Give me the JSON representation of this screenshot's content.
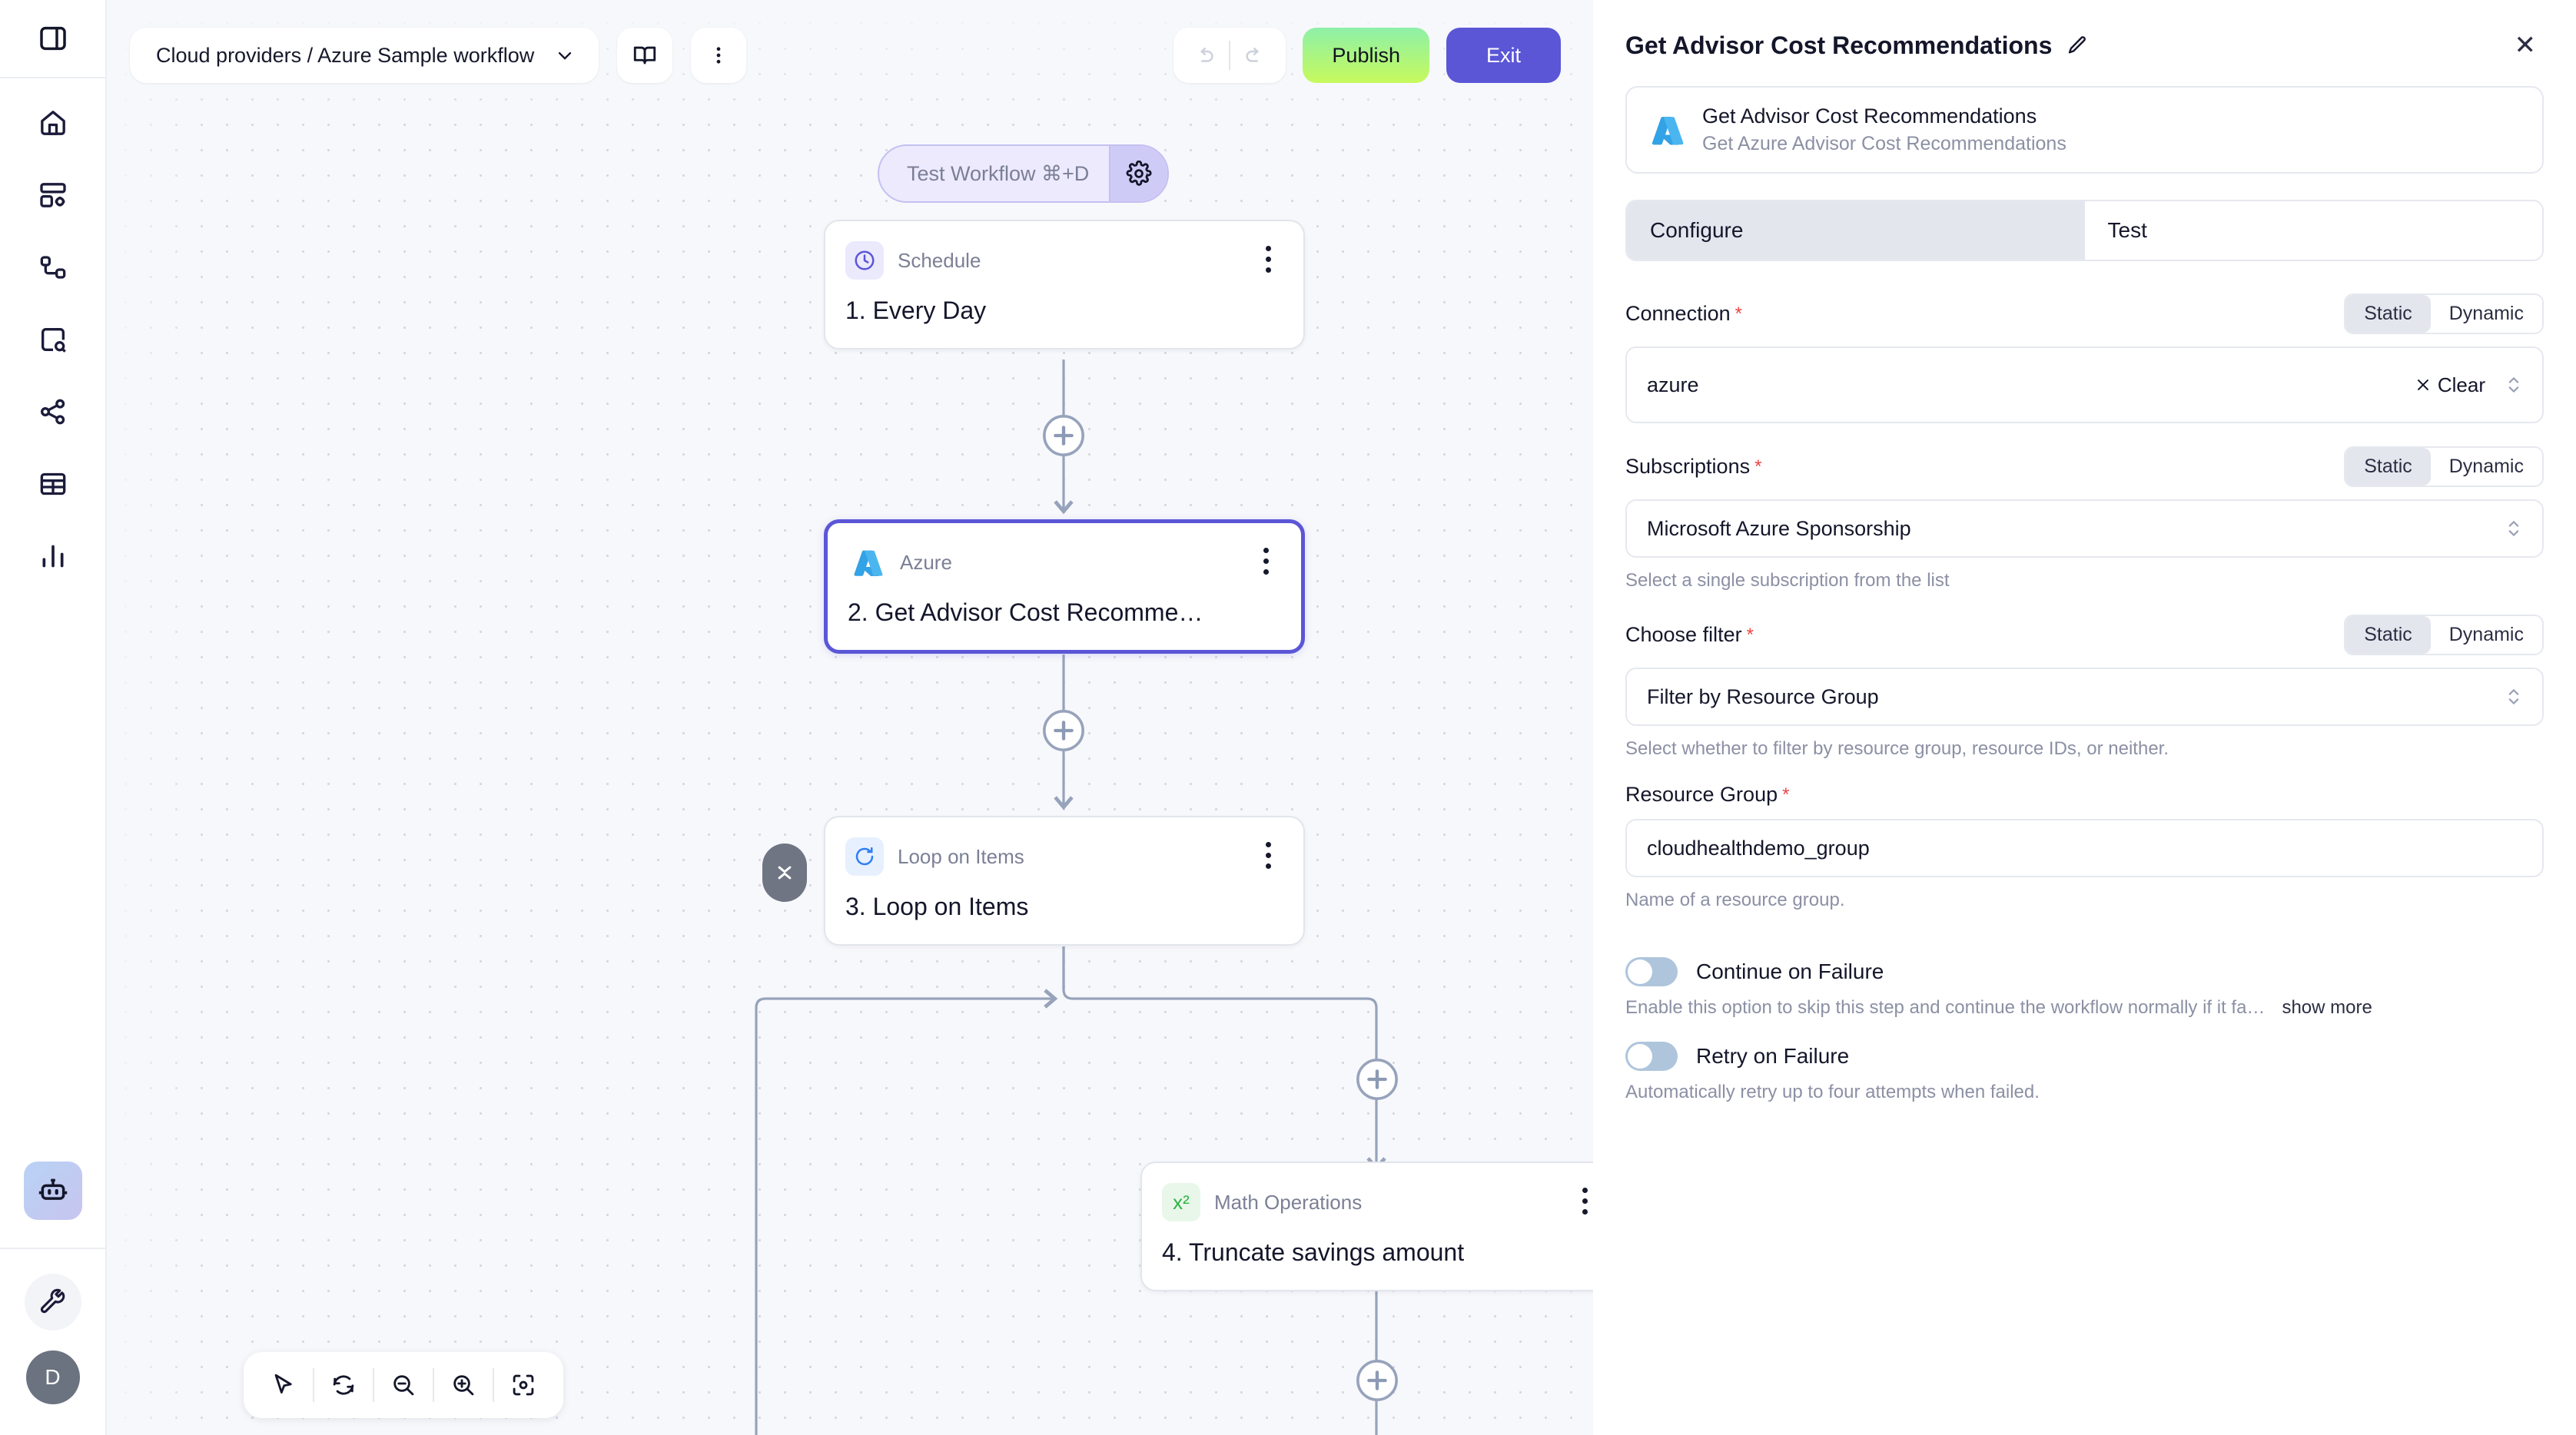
{
  "rail": {
    "toggle_sidebar_icon": "panel-toggle-icon",
    "items": [
      {
        "icon": "home-icon",
        "name": "home"
      },
      {
        "icon": "dashboard-settings-icon",
        "name": "dashboards"
      },
      {
        "icon": "workflow-nodes-icon",
        "name": "workflows"
      },
      {
        "icon": "search-box-icon",
        "name": "explore"
      },
      {
        "icon": "share-nodes-icon",
        "name": "integrations"
      },
      {
        "icon": "table-icon",
        "name": "tables"
      },
      {
        "icon": "bar-chart-icon",
        "name": "analytics"
      }
    ],
    "robot_icon": "robot-icon",
    "wrench_icon": "wrench-icon",
    "avatar_initial": "D"
  },
  "toolbar": {
    "breadcrumb": "Cloud providers / Azure Sample workflow",
    "chevron_icon": "chevron-down-icon",
    "book_icon": "book-icon",
    "more_icon": "more-vertical-icon",
    "undo_icon": "undo-icon",
    "redo_icon": "redo-icon",
    "publish_label": "Publish",
    "exit_label": "Exit",
    "publish_color": "#c6fa5c",
    "exit_color": "#5b56d6"
  },
  "canvas": {
    "test_pill_label": "Test Workflow ⌘+D",
    "test_pill_gear_icon": "gear-icon",
    "add_icon": "plus-icon",
    "collapse_icon": "collapse-chevrons-icon",
    "nodes": [
      {
        "type": "Schedule",
        "title": "1. Every Day",
        "icon": "clock-icon",
        "selected": false
      },
      {
        "type": "Azure",
        "title": "2. Get Advisor Cost Recomme…",
        "icon": "azure-icon",
        "selected": true
      },
      {
        "type": "Loop on Items",
        "title": "3. Loop on Items",
        "icon": "loop-refresh-icon",
        "selected": false
      },
      {
        "type": "Math Operations",
        "title": "4. Truncate savings amount",
        "icon": "x-squared-icon",
        "selected": false
      }
    ],
    "controls": [
      {
        "icon": "cursor-icon",
        "name": "select-tool"
      },
      {
        "icon": "reset-layout-icon",
        "name": "reset-tool"
      },
      {
        "icon": "zoom-out-icon",
        "name": "zoom-out"
      },
      {
        "icon": "zoom-in-icon",
        "name": "zoom-in"
      },
      {
        "icon": "fit-view-icon",
        "name": "fit-view"
      }
    ]
  },
  "panel": {
    "title": "Get Advisor Cost Recommendations",
    "edit_icon": "pencil-icon",
    "close_icon": "close-icon",
    "operation": {
      "icon": "azure-icon",
      "name": "Get Advisor Cost Recommendations",
      "description": "Get Azure Advisor Cost Recommendations"
    },
    "tabs": [
      {
        "label": "Configure",
        "active": true
      },
      {
        "label": "Test",
        "active": false
      }
    ],
    "segmented": {
      "static": "Static",
      "dynamic": "Dynamic"
    },
    "fields": [
      {
        "label": "Connection",
        "required": true,
        "mode": "Static",
        "value": "azure",
        "clear_label": "Clear",
        "clear_icon": "x-icon",
        "stepper_icon": "chevron-updown-icon",
        "hint": ""
      },
      {
        "label": "Subscriptions",
        "required": true,
        "mode": "Static",
        "value": "Microsoft Azure Sponsorship",
        "stepper_icon": "chevron-updown-icon",
        "hint": "Select a single subscription from the list"
      },
      {
        "label": "Choose filter",
        "required": true,
        "mode": "Static",
        "value": "Filter by Resource Group",
        "stepper_icon": "chevron-updown-icon",
        "hint": "Select whether to filter by resource group, resource IDs, or neither."
      },
      {
        "label": "Resource Group",
        "required": true,
        "value": "cloudhealthdemo_group",
        "hint": "Name of a resource group."
      }
    ],
    "toggles": [
      {
        "label": "Continue on Failure",
        "on": false,
        "description": "Enable this option to skip this step and continue the workflow normally if it fa…",
        "show_more": "show more"
      },
      {
        "label": "Retry on Failure",
        "on": false,
        "description": "Automatically retry up to four attempts when failed.",
        "show_more": ""
      }
    ]
  }
}
